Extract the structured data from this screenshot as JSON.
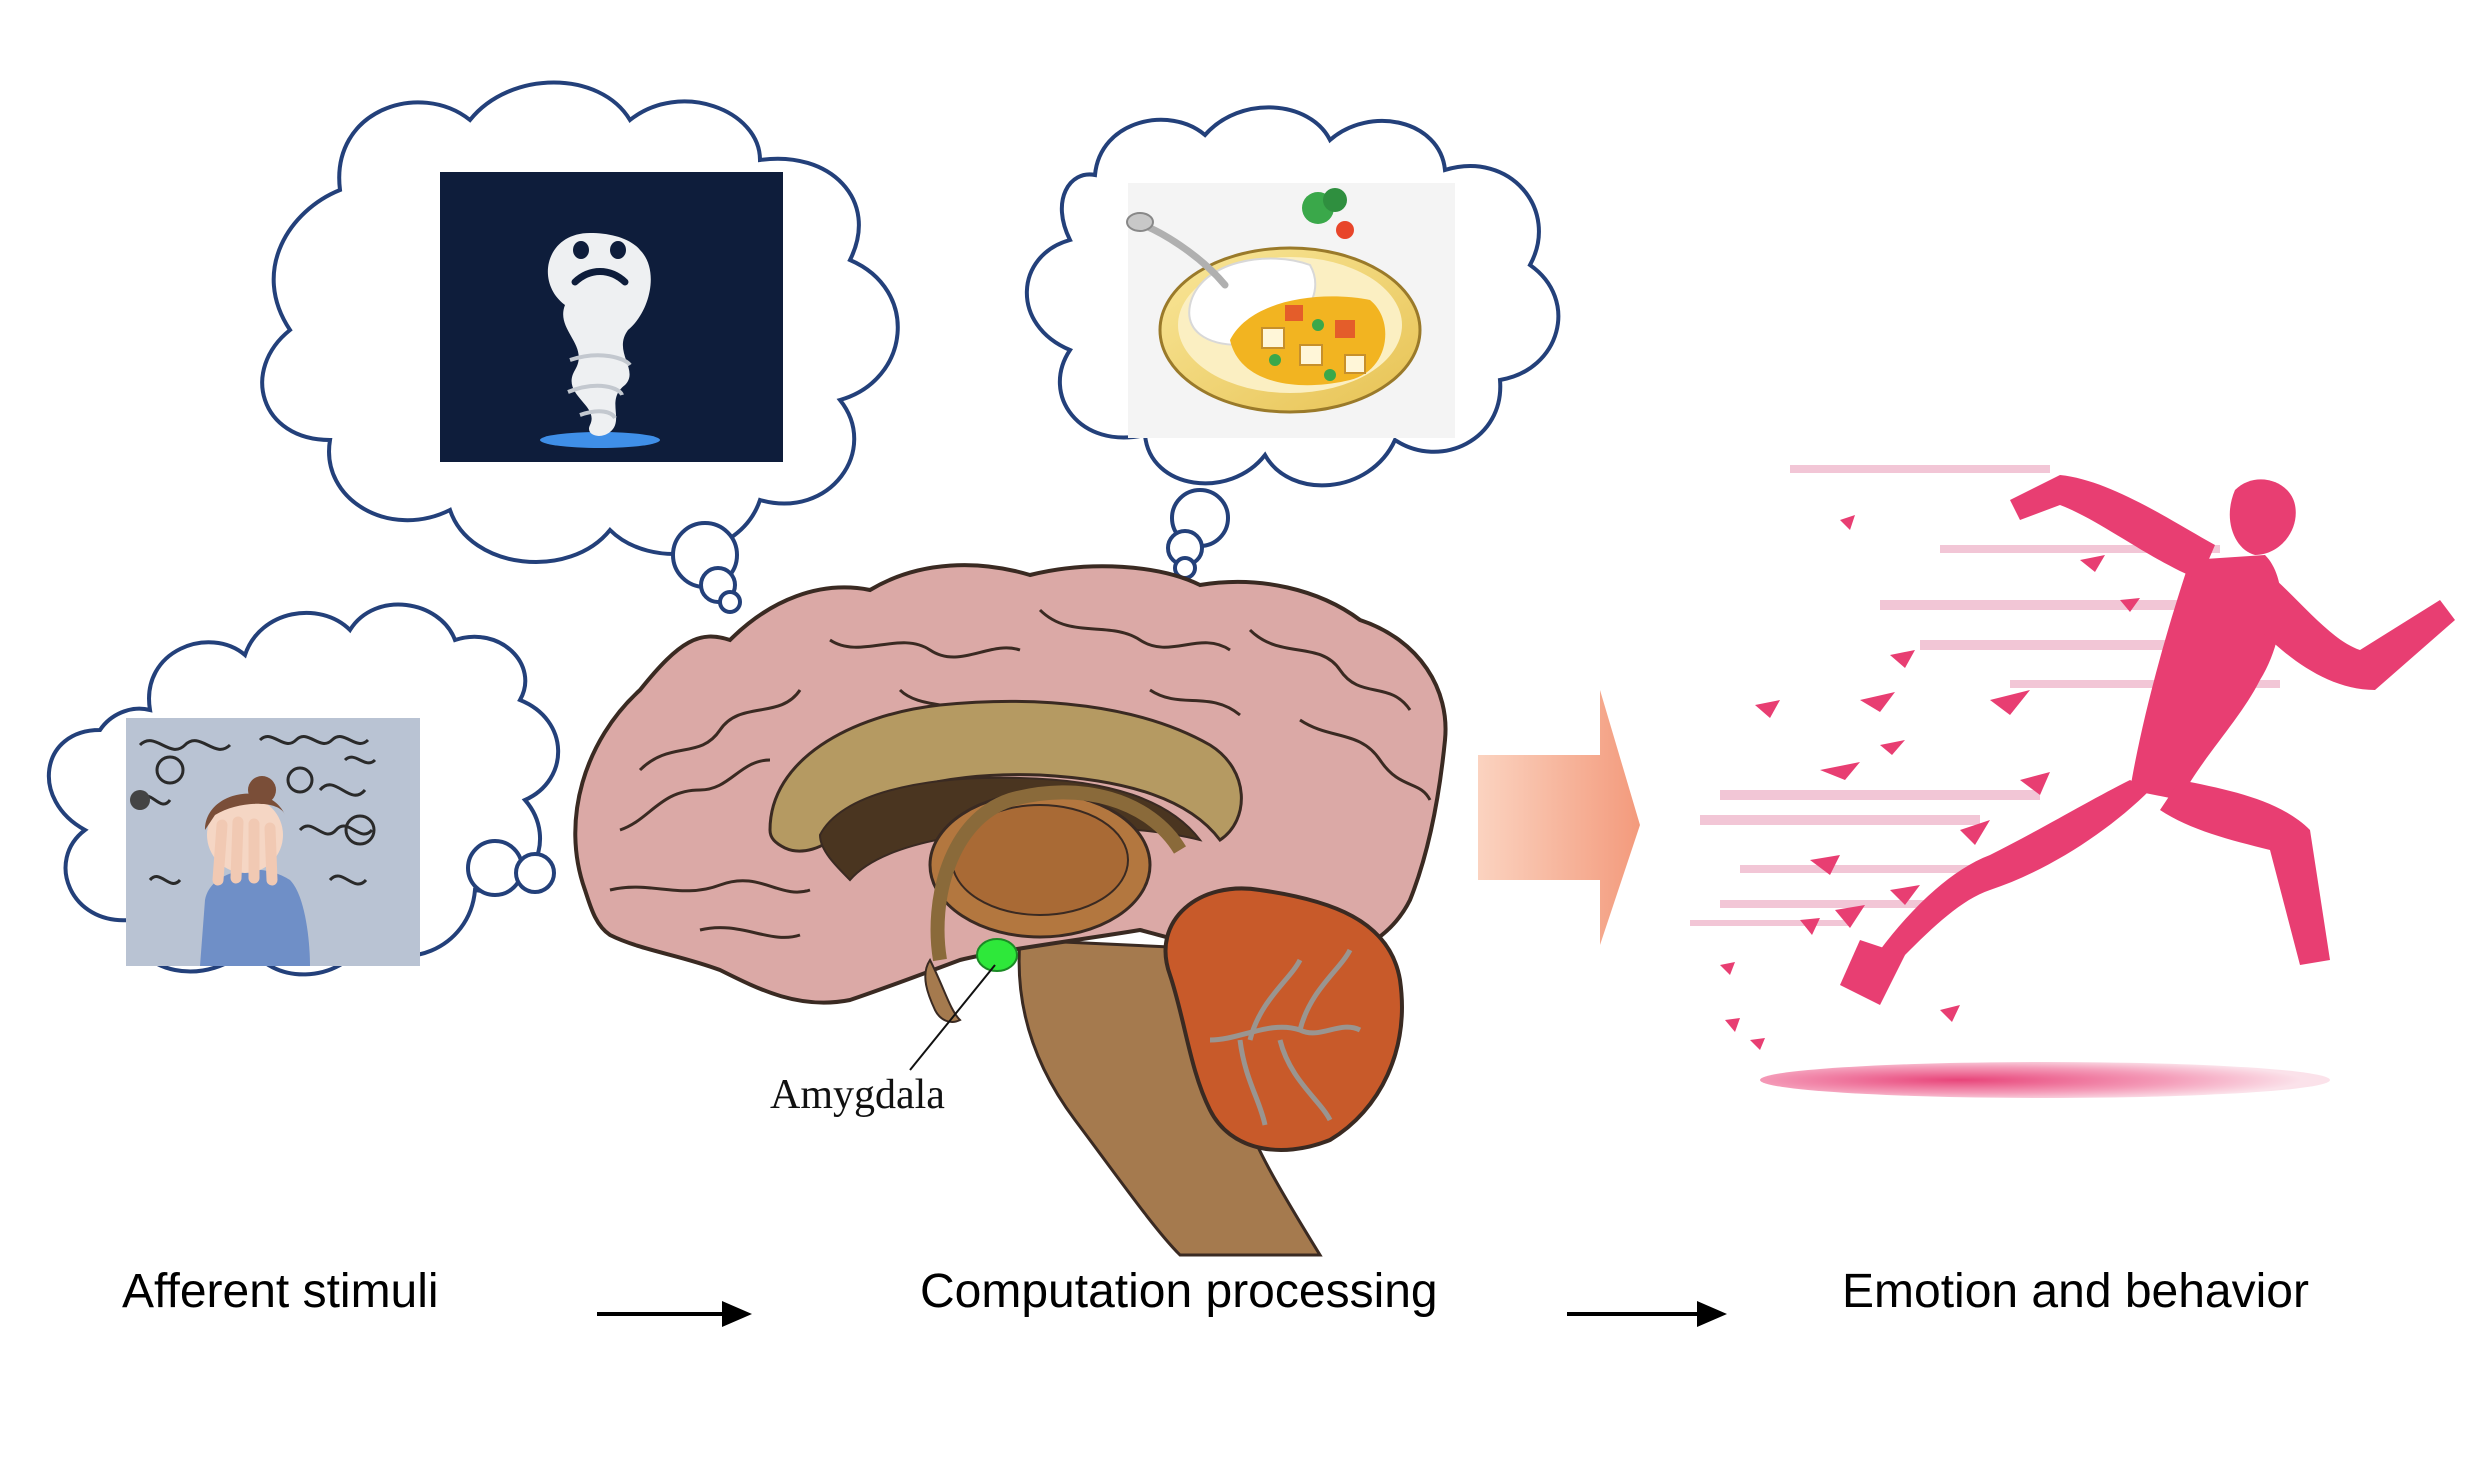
{
  "colors": {
    "cloud_outline": "#23407a",
    "brain_cortex": "#dba9a6",
    "brain_outline": "#3a2a22",
    "brain_stem": "#a57a4e",
    "cerebellum": "#c85a2a",
    "amygdala": "#2ee83a",
    "runner": "#e83e72",
    "process_arrow": "#f6b59a"
  },
  "stimuli": [
    {
      "name": "ghost-picture",
      "icon": "ghost-icon"
    },
    {
      "name": "food-picture",
      "icon": "curry-rice-icon"
    },
    {
      "name": "stressed-person-picture",
      "icon": "stressed-person-icon"
    }
  ],
  "brain": {
    "amygdala_label": "Amygdala"
  },
  "flow": {
    "step1": "Afferent stimuli",
    "step2": "Computation processing",
    "step3": "Emotion and behavior"
  }
}
